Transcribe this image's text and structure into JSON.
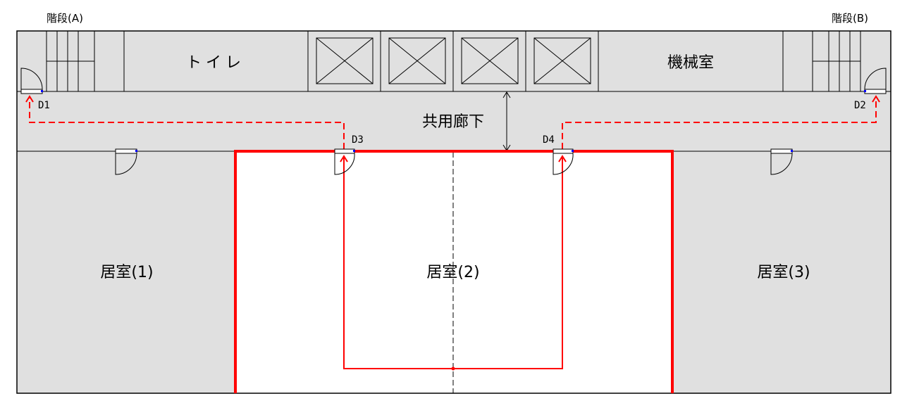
{
  "labels": {
    "stair_a": "階段(A)",
    "stair_b": "階段(B)",
    "toilet": "トイレ",
    "machine_room": "機械室",
    "corridor": "共用廊下",
    "room_1": "居室(1)",
    "room_2": "居室(2)",
    "room_3": "居室(3)",
    "door_d1": "D1",
    "door_d2": "D2",
    "door_d3": "D3",
    "door_d4": "D4"
  },
  "colors": {
    "room_fill": "#e0e0e0",
    "highlight_room_fill": "#ffffff",
    "wall": "#000000",
    "route": "#ff0000",
    "door_marker": "#0000ff"
  }
}
